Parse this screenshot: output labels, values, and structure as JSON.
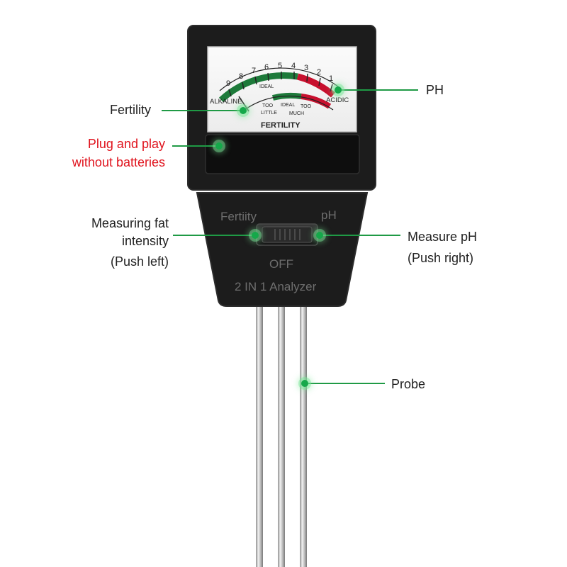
{
  "device": {
    "dial_numbers": [
      "9",
      "8",
      "7",
      "6",
      "5",
      "4",
      "3",
      "2",
      "1"
    ],
    "dial_alkaline": "ALKALINE",
    "dial_acidic": "ACIDIC",
    "dial_ideal_top": "IDEAL",
    "dial_too_little_1": "TOO",
    "dial_too_little_2": "LITTLE",
    "dial_ideal_mid": "IDEAL",
    "dial_too_much_1": "TOO",
    "dial_too_much_2": "MUCH",
    "dial_fertility": "FERTILITY",
    "switch_left_label": "Fertiity",
    "switch_right_label": "pH",
    "switch_off_label": "OFF",
    "model_label": "2 IN 1 Analyzer"
  },
  "callouts": {
    "fertility": "Fertility",
    "ph": "PH",
    "plug_line1": "Plug and play",
    "plug_line2": "without batteries",
    "measuring_line1": "Measuring fat",
    "measuring_line2": "intensity",
    "measuring_line3": "(Push left)",
    "measure_ph_line1": "Measure pH",
    "measure_ph_line2": "(Push right)",
    "probe": "Probe"
  },
  "colors": {
    "accent_green": "#1f9a45",
    "alert_red": "#e0141e",
    "dial_red": "#c8102e",
    "dial_green": "#1d7a3a",
    "body": "#1c1c1c"
  }
}
